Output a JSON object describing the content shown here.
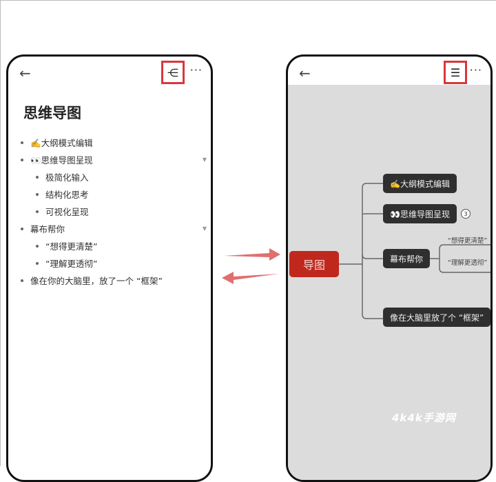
{
  "left_phone": {
    "back_icon": "arrow-left-icon",
    "toggle_icon": "mindmap-view-icon",
    "more_icon": "more-horizontal-icon",
    "title": "思维导图",
    "items": [
      {
        "text": "✍️大纲模式编辑",
        "level": 0
      },
      {
        "text": "👀思维导图呈现",
        "level": 0,
        "collapsible": true
      },
      {
        "text": "极简化输入",
        "level": 1
      },
      {
        "text": "结构化思考",
        "level": 1
      },
      {
        "text": "可视化呈现",
        "level": 1
      },
      {
        "text": "幕布帮你",
        "level": 0,
        "collapsible": true
      },
      {
        "text": "“想得更清楚”",
        "level": 1
      },
      {
        "text": "“理解更透彻”",
        "level": 1
      },
      {
        "text": "像在你的大脑里，放了一个 “框架”",
        "level": 0
      }
    ]
  },
  "right_phone": {
    "back_icon": "arrow-left-icon",
    "toggle_icon": "list-view-icon",
    "more_icon": "more-horizontal-icon",
    "root": "导图",
    "nodes": [
      "✍️大纲模式编辑",
      "👀思维导图呈现",
      "幕布帮你",
      "像在大脑里放了个 “框架”"
    ],
    "collapsed_count": "3",
    "leaves": [
      "“想得更清楚”",
      "“理解更透彻”"
    ]
  },
  "accent": "#d9363e",
  "watermark": "4k4k手游网"
}
